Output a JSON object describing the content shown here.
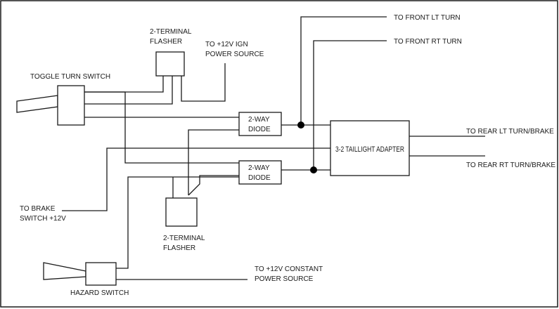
{
  "labels": {
    "flasher_top_line1": "2-TERMINAL",
    "flasher_top_line2": "FLASHER",
    "ign_line1": "TO +12V IGN",
    "ign_line2": "POWER SOURCE",
    "toggle_switch": "TOGGLE TURN SWITCH",
    "front_lt": "TO FRONT LT TURN",
    "front_rt": "TO FRONT RT TURN",
    "diode_top_line1": "2-WAY",
    "diode_top_line2": "DIODE",
    "diode_bottom_line1": "2-WAY",
    "diode_bottom_line2": "DIODE",
    "adapter": "3-2 TAILLIGHT ADAPTER",
    "rear_lt": "TO REAR LT TURN/BRAKE",
    "rear_rt": "TO REAR RT TURN/BRAKE",
    "brake_line1": "TO BRAKE",
    "brake_line2": "SWITCH +12V",
    "flasher_bottom_line1": "2-TERMINAL",
    "flasher_bottom_line2": "FLASHER",
    "constant_line1": "TO +12V CONSTANT",
    "constant_line2": "POWER SOURCE",
    "hazard_switch": "HAZARD SWITCH"
  }
}
